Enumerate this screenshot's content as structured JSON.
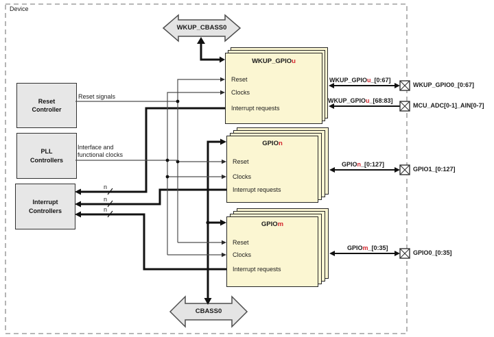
{
  "device_label": "Device",
  "left_boxes": {
    "reset": "Reset\nController",
    "pll": "PLL\nControllers",
    "interrupt": "Interrupt\nControllers"
  },
  "buses": {
    "top": "WKUP_CBASS0",
    "bottom": "CBASS0"
  },
  "blocks": {
    "wkup": {
      "title_prefix": "WKUP_GPIO",
      "title_var": "u",
      "reset": "Reset",
      "clocks": "Clocks",
      "irq": "Interrupt requests"
    },
    "gpion": {
      "title_prefix": "GPIO",
      "title_var": "n",
      "reset": "Reset",
      "clocks": "Clocks",
      "irq": "Interrupt requests"
    },
    "gpiom": {
      "title_prefix": "GPIO",
      "title_var": "m",
      "reset": "Reset",
      "clocks": "Clocks",
      "irq": "Interrupt requests"
    }
  },
  "wire_labels": {
    "reset_signals": "Reset signals",
    "clocks": "Interface and\nfunctional clocks",
    "bus_width": "n"
  },
  "signals": {
    "wkup_io": {
      "prefix": "WKUP_GPIO",
      "var": "u",
      "suffix": "_[0:67]"
    },
    "wkup_adc": {
      "prefix": "WKUP_GPIO",
      "var": "u",
      "suffix": "_[68:83]"
    },
    "gpion_io": {
      "prefix": "GPIO",
      "var": "n",
      "suffix": "_[0:127]"
    },
    "gpiom_io": {
      "prefix": "GPIO",
      "var": "m",
      "suffix": "_[0:35]"
    }
  },
  "pins": {
    "wkup_gpio0": "WKUP_GPIO0_[0:67]",
    "mcu_adc": "MCU_ADC[0-1]_AIN[0-7]",
    "gpio1": "GPIO1_[0:127]",
    "gpio0": "GPIO0_[0:35]"
  },
  "colors": {
    "block_fill": "#FBF6D2",
    "controller_fill": "#E7E7E7",
    "bus_fill": "#E4E4E4",
    "accent_red": "#D3262D",
    "wire_thin": "#4d4d4d",
    "wire_thick": "#111111"
  }
}
